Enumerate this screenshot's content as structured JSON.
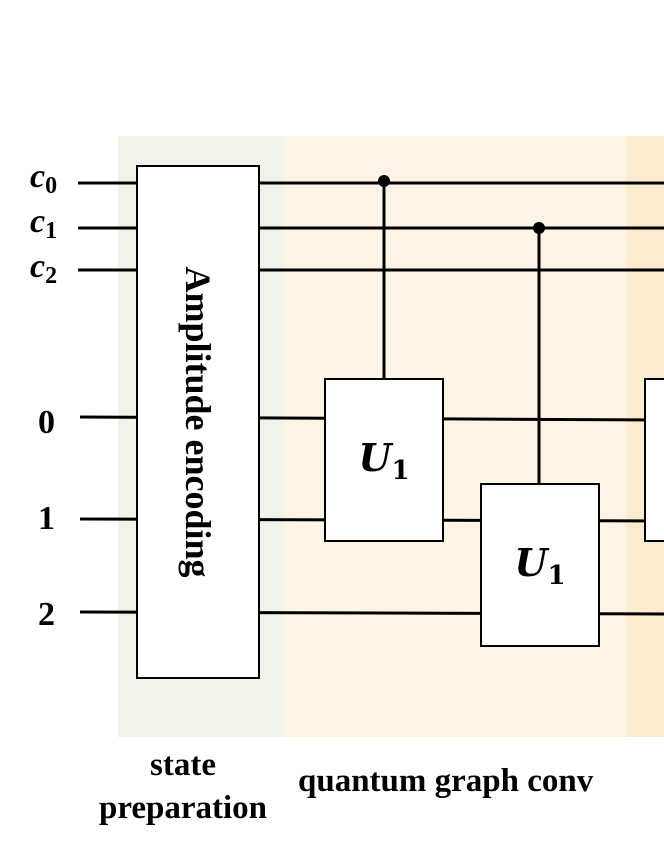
{
  "classical_wires": [
    {
      "symbol": "c",
      "index": "0"
    },
    {
      "symbol": "c",
      "index": "1"
    },
    {
      "symbol": "c",
      "index": "2"
    }
  ],
  "qubit_wires": [
    "0",
    "1",
    "2"
  ],
  "encoding_block": {
    "label": "Amplitude encoding"
  },
  "gates": [
    {
      "symbol": "U",
      "index": "1"
    },
    {
      "symbol": "U",
      "index": "1"
    }
  ],
  "stages": {
    "state_preparation": {
      "line1": "state",
      "line2": "preparation"
    },
    "quantum_graph_conv": "quantum graph conv"
  }
}
